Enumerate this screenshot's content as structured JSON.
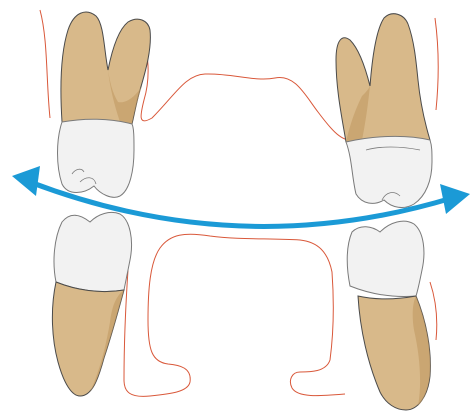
{
  "colors": {
    "background": "#ffffff",
    "root": "#d8b98a",
    "root_shadow": "#c29a62",
    "crown": "#f2f2f2",
    "crown_outline": "#7a7a7a",
    "outline": "#4a4a4a",
    "gingiva_line": "#d9583a",
    "arrow": "#1b9ad6"
  },
  "illustration": {
    "subject": "dental-occlusion-diagram",
    "teeth": [
      "upper-left-tooth",
      "upper-right-molar",
      "lower-left-tooth",
      "lower-right-tooth"
    ],
    "arrow_type": "double-headed-curved"
  }
}
